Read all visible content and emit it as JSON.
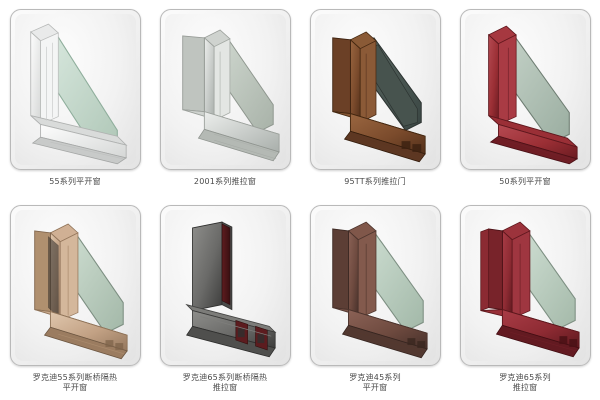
{
  "page": {
    "background_color": "#ffffff",
    "card_border_color": "#b9b9b9",
    "caption_color": "#4a4a4a",
    "layout": "4-column x 2-row product grid"
  },
  "products": [
    {
      "id": "p1",
      "caption_line1": "55系列平开窗",
      "caption_line2": "",
      "frame_color": "#e9eaea",
      "frame_color_dark": "#c3c5c4",
      "frame_color_light": "#fafbfb",
      "glass_color": "#cfe0d6",
      "color_name": "white-silver",
      "type": "casement-window"
    },
    {
      "id": "p2",
      "caption_line1": "2001系列推拉窗",
      "caption_line2": "",
      "frame_color": "#c9cdc9",
      "frame_color_dark": "#9aa09c",
      "frame_color_light": "#e7eae7",
      "glass_color": "#c6cfc6",
      "color_name": "silver-grey",
      "type": "sliding-window"
    },
    {
      "id": "p3",
      "caption_line1": "95TT系列推拉门",
      "caption_line2": "",
      "frame_color": "#7b4b2c",
      "frame_color_dark": "#4e2d18",
      "frame_color_light": "#9d6840",
      "glass_color": "#4e5a55",
      "color_name": "wood-grain-brown",
      "type": "sliding-door"
    },
    {
      "id": "p4",
      "caption_line1": "50系列平开窗",
      "caption_line2": "",
      "frame_color": "#9b2f35",
      "frame_color_dark": "#6d1d22",
      "frame_color_light": "#bb4850",
      "glass_color": "#b3c2b8",
      "color_name": "crimson-red",
      "type": "casement-window"
    },
    {
      "id": "p5",
      "caption_line1": "罗克迪55系列断桥隔热",
      "caption_line2": "平开窗",
      "frame_color": "#c2a184",
      "frame_color_dark": "#9a7c61",
      "frame_color_light": "#ddc4aa",
      "glass_color": "#bfd0c3",
      "color_name": "champagne-tan",
      "type": "thermal-break-casement-window"
    },
    {
      "id": "p6",
      "caption_line1": "罗克迪65系列断桥隔热",
      "caption_line2": "推拉窗",
      "frame_color": "#6a6a68",
      "frame_color_dark": "#3e3e3d",
      "frame_color_light": "#8d8d8a",
      "glass_color": "#55504e",
      "color_name": "charcoal-grey",
      "type": "thermal-break-sliding-window"
    },
    {
      "id": "p7",
      "caption_line1": "罗克迪45系列",
      "caption_line2": "平开窗",
      "frame_color": "#6e4a3f",
      "frame_color_dark": "#49302a",
      "frame_color_light": "#8a6055",
      "glass_color": "#bcd0c4",
      "color_name": "mocha-brown",
      "type": "casement-window"
    },
    {
      "id": "p8",
      "caption_line1": "罗克迪65系列",
      "caption_line2": "推拉窗",
      "frame_color": "#8e2b33",
      "frame_color_dark": "#5f1a20",
      "frame_color_light": "#a93c46",
      "glass_color": "#bfd2c6",
      "color_name": "burgundy-red",
      "type": "sliding-window"
    }
  ]
}
